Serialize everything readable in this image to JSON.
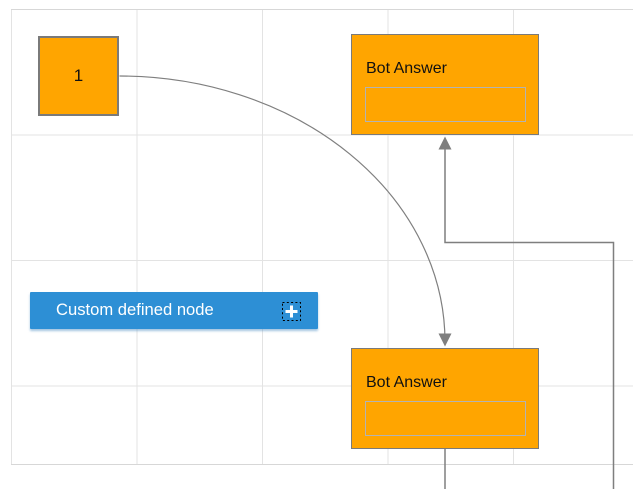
{
  "app": {
    "type": "diagram-editor-canvas",
    "grid": {
      "visible": true,
      "cell_size": 125.5,
      "line_color": "#e3e3e3",
      "border_color": "#d7d7d7"
    },
    "colors": {
      "node_orange": "#ffa500",
      "node_border_gray": "#7a7a7a",
      "node_blue": "#2d8fd5",
      "connector_gray": "#7f7f7f",
      "label_dark": "#111111",
      "label_white": "#ffffff"
    }
  },
  "nodes": [
    {
      "id": "node1",
      "shape": "square",
      "label": "1",
      "fill": "#ffa500"
    },
    {
      "id": "botAnswerTop",
      "shape": "rectangle",
      "label": "Bot Answer",
      "fill": "#ffa500",
      "input_value": "",
      "input_placeholder": ""
    },
    {
      "id": "botAnswerBottom",
      "shape": "rectangle",
      "label": "Bot Answer",
      "fill": "#ffa500",
      "input_value": "",
      "input_placeholder": ""
    },
    {
      "id": "customNode",
      "shape": "rectangle",
      "label": "Custom defined node",
      "fill": "#2d8fd5",
      "handle_icon": "plus-icon"
    }
  ],
  "connectors": [
    {
      "id": "curve",
      "from": "node1",
      "to": "botAnswerBottom",
      "type": "bezier-arc",
      "arrow": "down"
    },
    {
      "id": "orthogonal",
      "from": "botAnswerBottom",
      "to": "botAnswerTop",
      "type": "orthogonal",
      "arrow": "up"
    }
  ]
}
